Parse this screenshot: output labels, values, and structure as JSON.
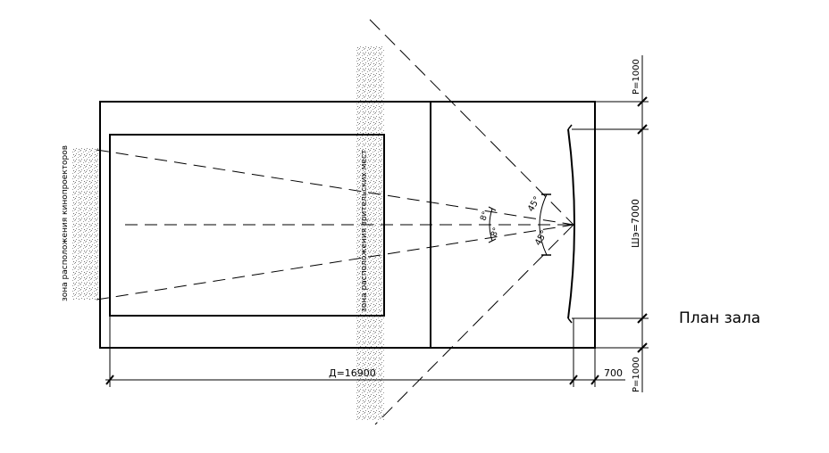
{
  "drawing": {
    "title": "План зала",
    "hall_length_label": "Д=16900",
    "screen_offset_label": "700",
    "screen_width_label": "Шэ=7000",
    "top_margin_label": "Р=1000",
    "bottom_margin_label": "Р=1000",
    "angle_45_label": "45°",
    "angle_45b_label": "45°",
    "angle_8_label": "8°",
    "angle_8b_label": "8°",
    "projector_zone_label": "зона расположения кинопроекторов",
    "seating_zone_label": "зона расположения зрительских мест"
  },
  "colors": {
    "line": "#000000",
    "hatch": "#8a8a8a",
    "background": "#ffffff"
  }
}
